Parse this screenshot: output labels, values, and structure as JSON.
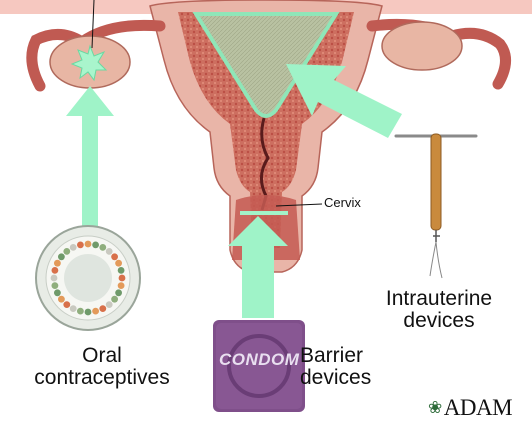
{
  "labels": {
    "oral": [
      "Oral",
      "contraceptives"
    ],
    "barrier": [
      "Barrier",
      "devices"
    ],
    "iud": [
      "Intrauterine",
      "devices"
    ],
    "cervix": "Cervix",
    "condom_brand": "CONDOM"
  },
  "logo": {
    "text": "ADAM",
    "mark_icon": "adam-leaf-icon"
  },
  "colors": {
    "arrow": "#9ff3c8",
    "tissue_outer": "#e6b9ae",
    "tissue_mid": "#c96457",
    "tissue_inner": "#a8322e",
    "cavity_device": "#bfc6a8",
    "condom_package": "#7f4f8a",
    "iud_body": "#c98a3d"
  }
}
